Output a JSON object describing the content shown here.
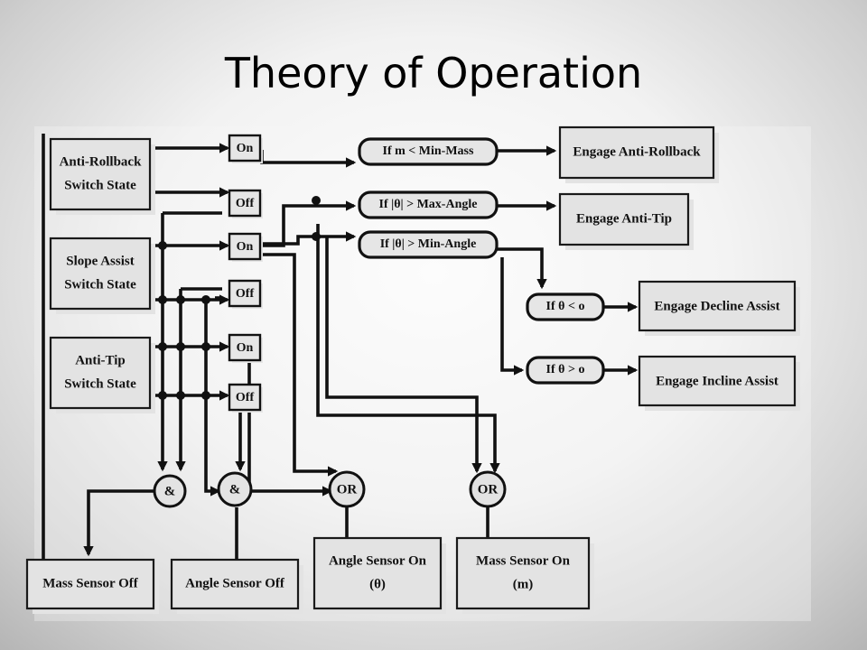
{
  "title": "Theory of Operation",
  "switch_boxes": {
    "anti_rollback": [
      "Anti-Rollback",
      "Switch State"
    ],
    "slope_assist": [
      "Slope Assist",
      "Switch State"
    ],
    "anti_tip": [
      "Anti-Tip",
      "Switch State"
    ]
  },
  "states": {
    "on": "On",
    "off": "Off"
  },
  "conditions": {
    "min_mass": "If m < Min-Mass",
    "max_angle": "If |θ| > Max-Angle",
    "min_angle": "If |θ| > Min-Angle",
    "theta_lt": "If θ < o",
    "theta_gt": "If θ > o"
  },
  "actions": {
    "anti_rollback": "Engage Anti-Rollback",
    "anti_tip": "Engage Anti-Tip",
    "decline": "Engage Decline Assist",
    "incline": "Engage Incline Assist"
  },
  "gates": {
    "and": "&",
    "or": "OR"
  },
  "outputs": {
    "mass_off": "Mass Sensor Off",
    "angle_off": "Angle Sensor Off",
    "angle_on": [
      "Angle Sensor On",
      "(θ)"
    ],
    "mass_on": [
      "Mass Sensor On",
      "(m)"
    ]
  }
}
